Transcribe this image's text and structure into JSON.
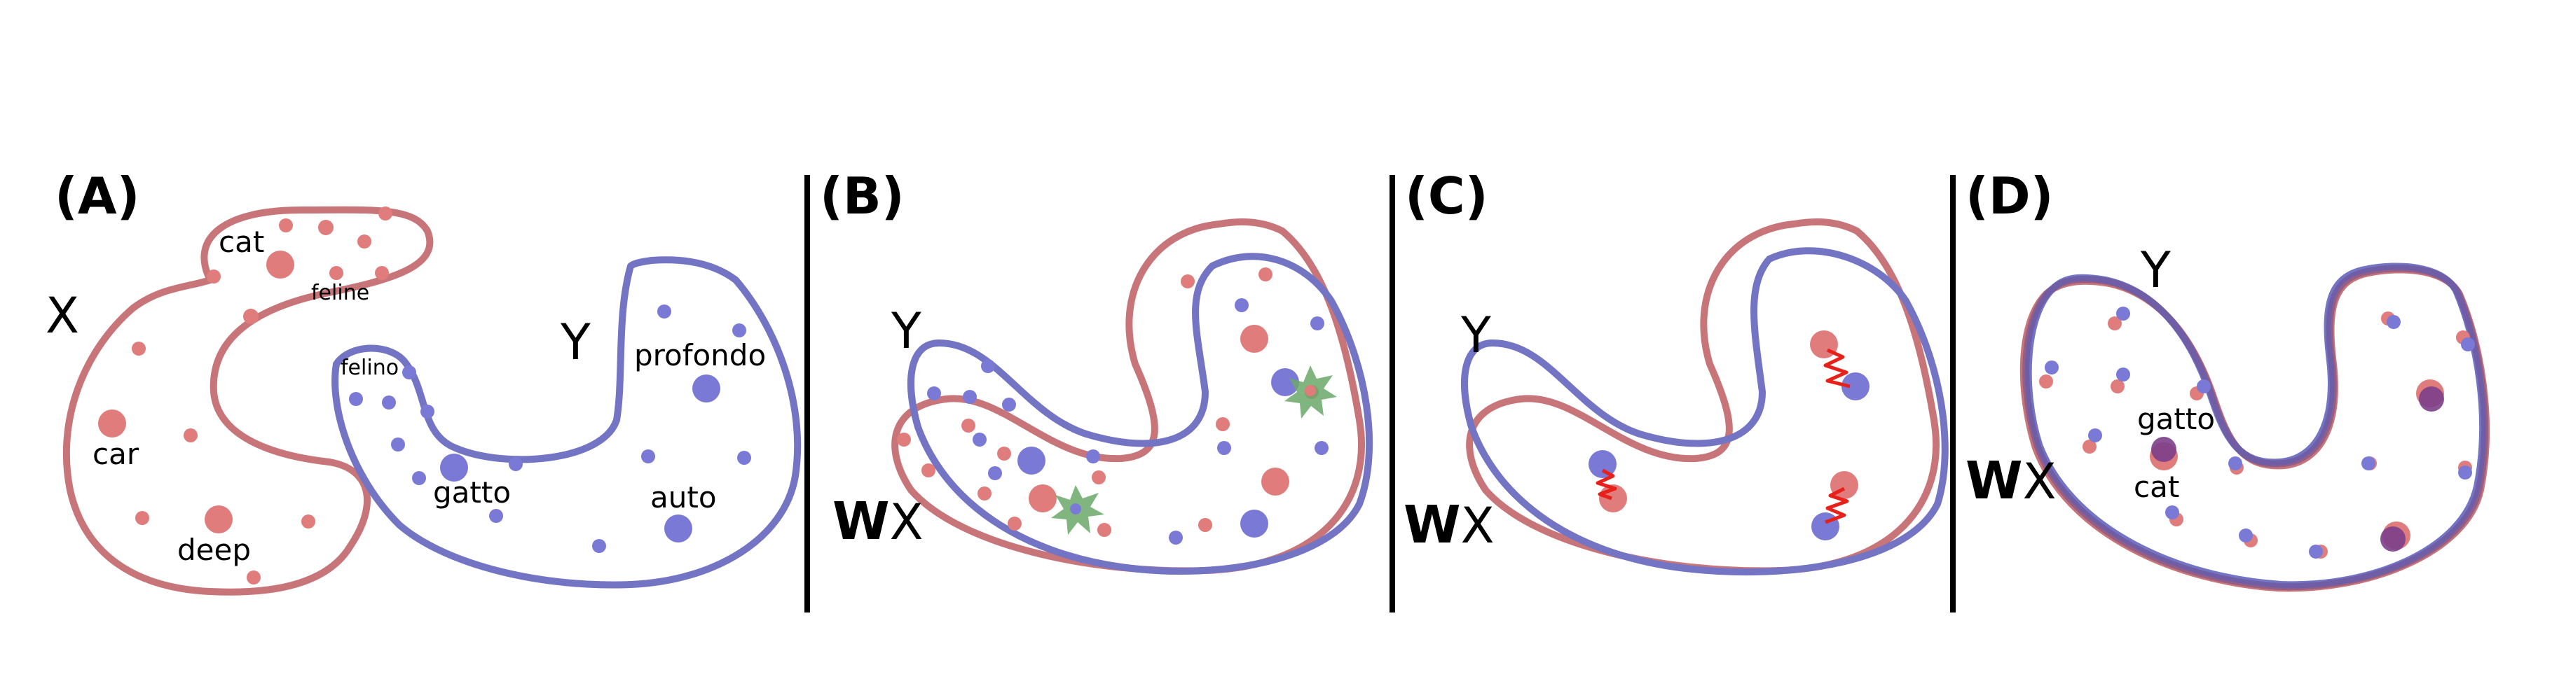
{
  "panels": {
    "a": {
      "label": "(A)",
      "space_x": "X",
      "space_y": "Y",
      "words_x": {
        "cat": "cat",
        "feline": "feline",
        "car": "car",
        "deep": "deep"
      },
      "words_y": {
        "felino": "felino",
        "profondo": "profondo",
        "gatto": "gatto",
        "auto": "auto"
      }
    },
    "b": {
      "label": "(B)",
      "space_y": "Y",
      "space_wx_bold": "W",
      "space_wx_rest": "X"
    },
    "c": {
      "label": "(C)",
      "space_y": "Y",
      "space_wx_bold": "W",
      "space_wx_rest": "X"
    },
    "d": {
      "label": "(D)",
      "space_y": "Y",
      "space_wx_bold": "W",
      "space_wx_rest": "X",
      "words": {
        "gatto": "gatto",
        "cat": "cat"
      }
    }
  },
  "colors": {
    "space_x": "#c8757a",
    "space_y": "#7374c4",
    "aligned": "#6b4a8c",
    "anchor": "#6aa86a",
    "spring": "#e8201a"
  }
}
